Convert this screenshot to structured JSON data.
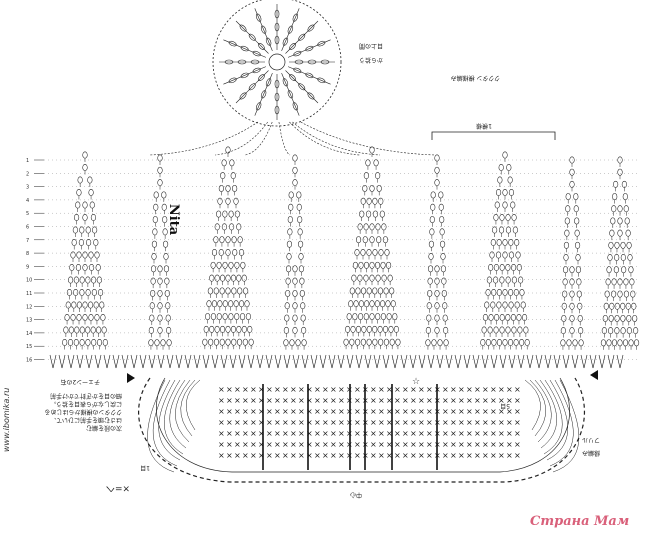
{
  "watermark": {
    "text": "Страна Мам"
  },
  "side_url": {
    "text": "www.ibomika.ru"
  },
  "logo": {
    "text": "Nita"
  },
  "top_right_label": "ククタン 模様編み",
  "circle_label_lines": [
    "目上の間",
    "から拾う"
  ],
  "bracket_label": "1模様",
  "row_numbers": [
    "1",
    "2",
    "3",
    "4",
    "5",
    "6",
    "7",
    "8",
    "9",
    "10",
    "11",
    "12",
    "13",
    "14",
    "15",
    "16"
  ],
  "chain_note": "チェーン2の右",
  "note_lines": [
    "細の目をかぎ針でかけ手前",
    "に戻しながら表目を拾う。",
    "ククタンの模様からはじめる",
    "はさむ頭を手前にひいて、",
    "次の段を編む"
  ],
  "stitch_label_bottom_left": "×=へ",
  "one_row_label": "1目",
  "fringe_label": "フリル",
  "bottom_right_label": "縁編み",
  "center_label": "中心",
  "bottom_center_label": "5目",
  "star_symbol": "☆"
}
